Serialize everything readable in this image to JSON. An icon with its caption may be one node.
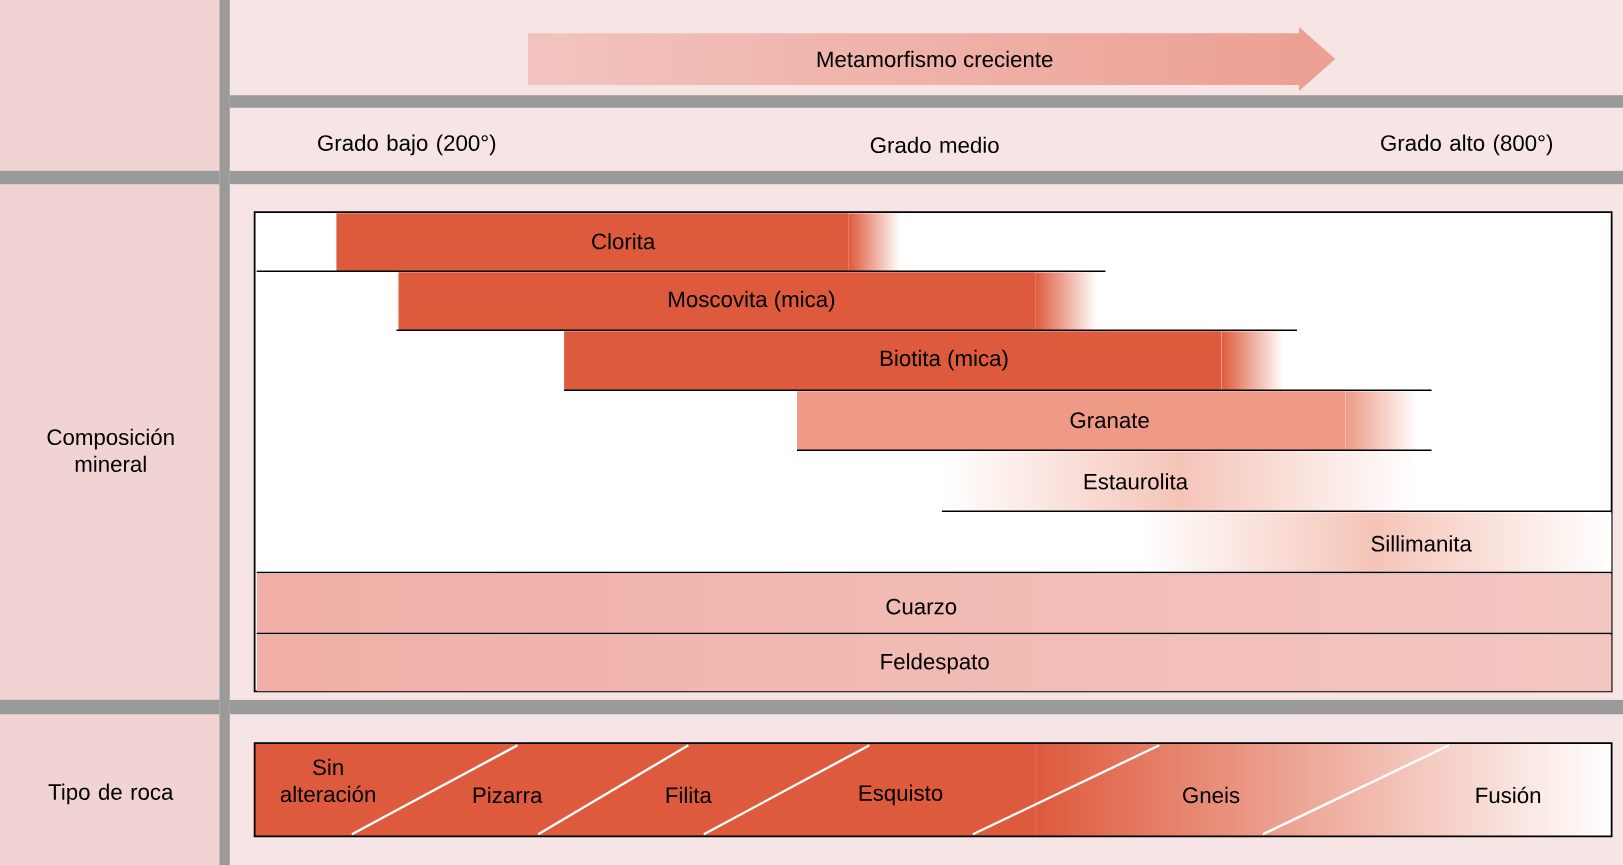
{
  "diagram": {
    "nodes": [
      {
        "text": [
          "Metamorfismo creciente"
        ]
      },
      {
        "text": [
          "Clorita"
        ]
      },
      {
        "text": [
          "Moscovita (mica)"
        ]
      },
      {
        "text": [
          "Biotita (mica)"
        ]
      },
      {
        "text": [
          "Granate"
        ]
      },
      {
        "text": [
          "Estaurolita"
        ]
      },
      {
        "text": [
          "Sillimanita"
        ]
      },
      {
        "text": [
          "Cuarzo"
        ]
      },
      {
        "text": [
          "Feldespato"
        ]
      },
      {
        "text": [
          "Sin alteración"
        ]
      },
      {
        "text": [
          "Pizarra"
        ]
      },
      {
        "text": [
          "Filita"
        ]
      },
      {
        "text": [
          "Esquisto"
        ]
      },
      {
        "text": [
          "Gneis"
        ]
      },
      {
        "text": [
          "Fusión"
        ]
      }
    ],
    "labels": [
      "Grado bajo (200°)",
      "Grado medio",
      "Grado alto (800°)",
      "Composición mineral",
      "Tipo de roca"
    ]
  }
}
